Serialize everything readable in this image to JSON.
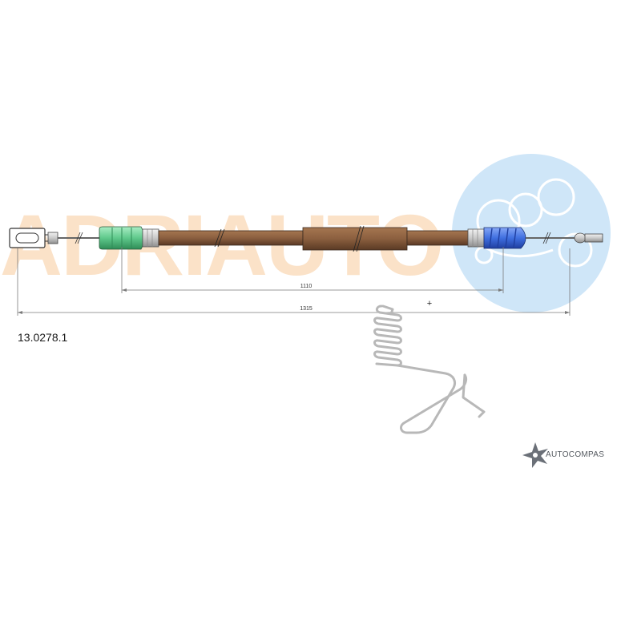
{
  "part_number": "13.0278.1",
  "watermark": {
    "text": "ADRIAUTO",
    "color": "#fbe2c8",
    "circle_color": "#cfe6f8"
  },
  "dimensions": {
    "inner_length": "1110",
    "total_length": "1315"
  },
  "plus_sign": "+",
  "brand": {
    "name": "AUTOCOMPAS"
  },
  "colors": {
    "sheath": "#8b5f3f",
    "sheath_edge": "#3a2a1f",
    "left_ferrule": "#5fc98c",
    "right_ferrule": "#3f6fe0",
    "dimension_line": "#7a7a7a",
    "spring": "#b8b8b8"
  }
}
